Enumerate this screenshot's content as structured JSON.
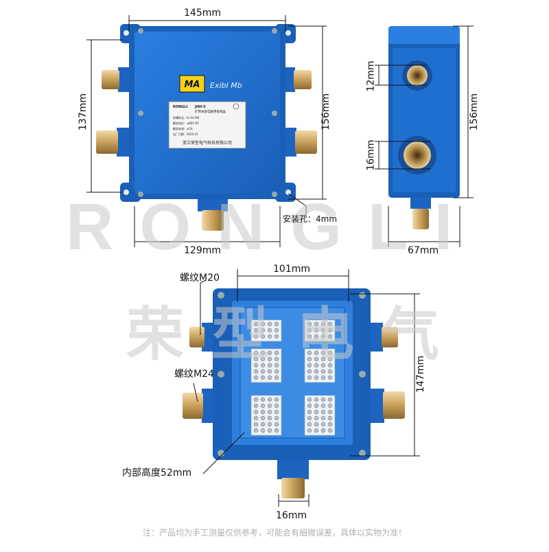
{
  "dimensions": {
    "top_width": "145mm",
    "top_height_outer": "156mm",
    "top_height_inner": "137mm",
    "bottom_width": "129mm",
    "side_width": "67mm",
    "side_height": "156mm",
    "side_upper_entry": "12mm",
    "side_lower_entry": "16mm",
    "inner_width": "101mm",
    "inner_height": "147mm",
    "bottom_entry": "16mm"
  },
  "labels": {
    "mounting_hole": "安装孔：4mm",
    "thread_m20": "螺纹M20",
    "thread_m24": "螺纹M24",
    "inner_depth": "内部高度52mm"
  },
  "nameplate": {
    "ma_mark": "MA",
    "ex_mark": "ExibI Mb",
    "brand": "RONGLI",
    "model": "JHH-5",
    "title": "矿用本安电路用接线盒",
    "row1": "防爆标志：Ex ibI Mb",
    "row2": "额定电压：≤60V DC",
    "row3": "额定电流：≤5A",
    "row4": "出厂日期：2025.01",
    "row5": "浙江荣型电气科技有限公司"
  },
  "watermark": {
    "latin": "RONGLI",
    "chinese": "荣型电气"
  },
  "note": "注：产品均为手工测量仅供参考，可能会有细微误差，具体以实物为准！",
  "colors": {
    "box_blue": "#1f6fcf",
    "box_dark": "#1557a8",
    "brass": "#c9a05a",
    "line": "#111111"
  }
}
